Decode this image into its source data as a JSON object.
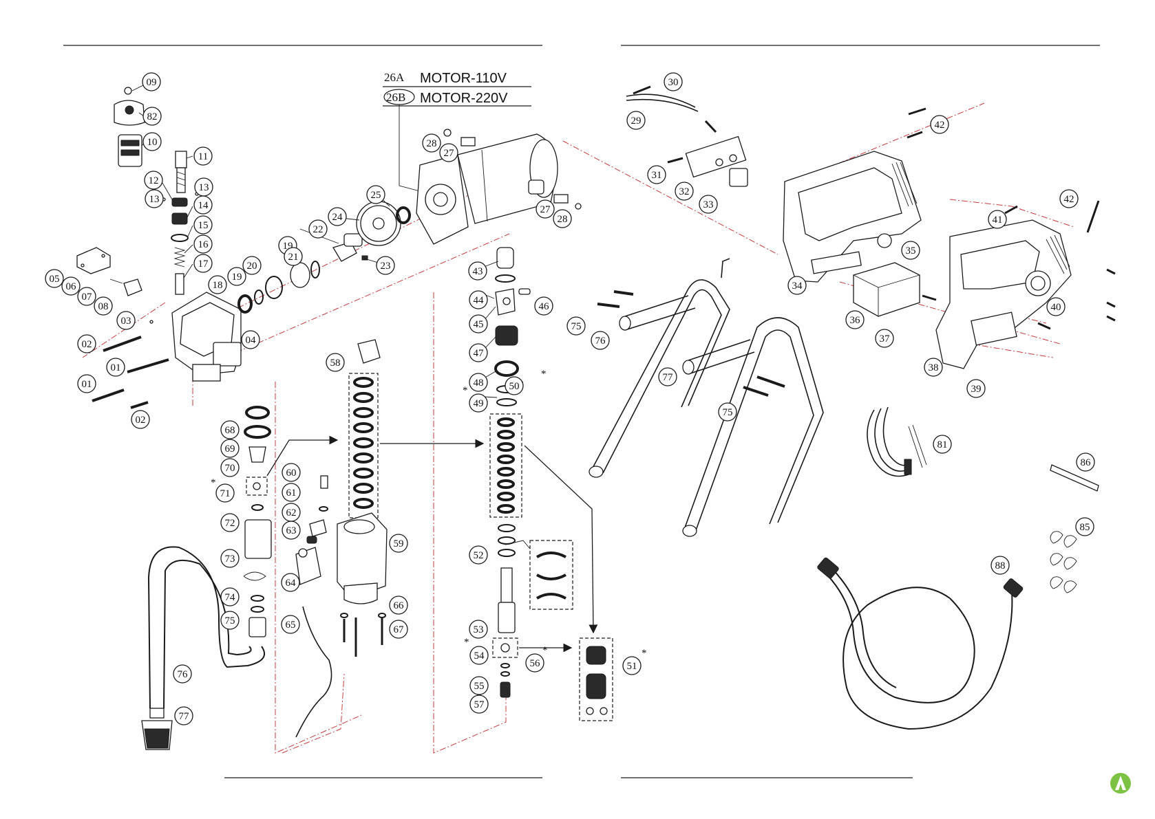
{
  "motor_legend": {
    "code_a": "26A",
    "label_a": "MOTOR-110V",
    "code_b": "26B",
    "label_b": "MOTOR-220V"
  },
  "note_marker": "*",
  "logo": {
    "name": "brand-logo"
  },
  "callouts": [
    "09",
    "82",
    "10",
    "11",
    "12",
    "13",
    "13",
    "14",
    "15",
    "16",
    "17",
    "05",
    "06",
    "07",
    "08",
    "03",
    "02",
    "01",
    "04",
    "01",
    "02",
    "18",
    "19",
    "19",
    "20",
    "21",
    "22",
    "23",
    "24",
    "25",
    "28",
    "27",
    "27",
    "28",
    "43",
    "44",
    "46",
    "45",
    "47",
    "48",
    "49",
    "50",
    "58",
    "68",
    "69",
    "70",
    "71",
    "72",
    "73",
    "74",
    "75",
    "76",
    "77",
    "60",
    "61",
    "62",
    "63",
    "64",
    "65",
    "59",
    "66",
    "67",
    "52",
    "53",
    "54",
    "55",
    "56",
    "57",
    "51",
    "30",
    "29",
    "31",
    "32",
    "33",
    "42",
    "42",
    "34",
    "35",
    "41",
    "36",
    "37",
    "40",
    "38",
    "39",
    "75",
    "76",
    "77",
    "75",
    "81",
    "86",
    "85",
    "88"
  ]
}
